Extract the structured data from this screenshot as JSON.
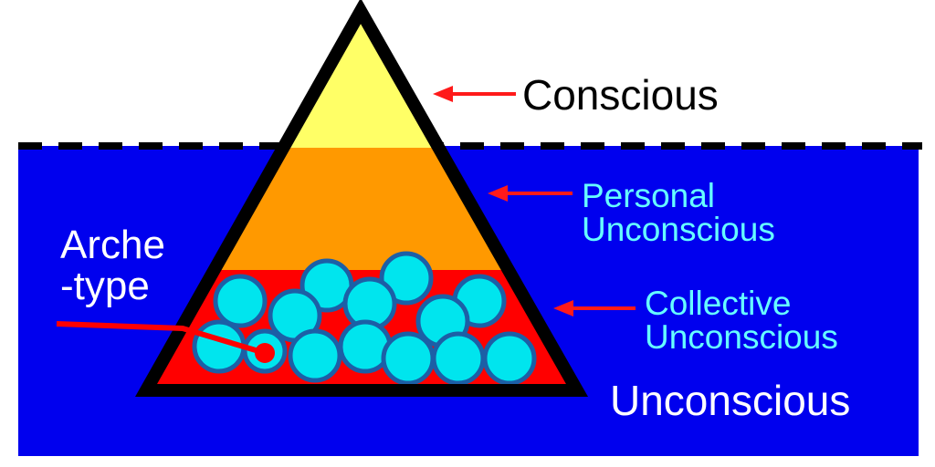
{
  "labels": {
    "conscious": "Conscious",
    "personal_line1": "Personal",
    "personal_line2": "Unconscious",
    "collective_line1": "Collective",
    "collective_line2": "Unconscious",
    "unconscious": "Unconscious",
    "archetype_line1": "Arche",
    "archetype_line2": "-type"
  },
  "colors": {
    "sky": "#ffffff",
    "water": "#0000ee",
    "conscious_layer": "#ffff66",
    "personal_layer": "#ff9900",
    "collective_layer": "#ff0000",
    "archetype_circle": "#00e5ee",
    "archetype_circle_border": "#1c5fa6",
    "arrow": "#ff1a1a",
    "outline": "#000000",
    "label_dark": "#000000",
    "label_cyan": "#66ffff",
    "label_white": "#ffffff"
  }
}
